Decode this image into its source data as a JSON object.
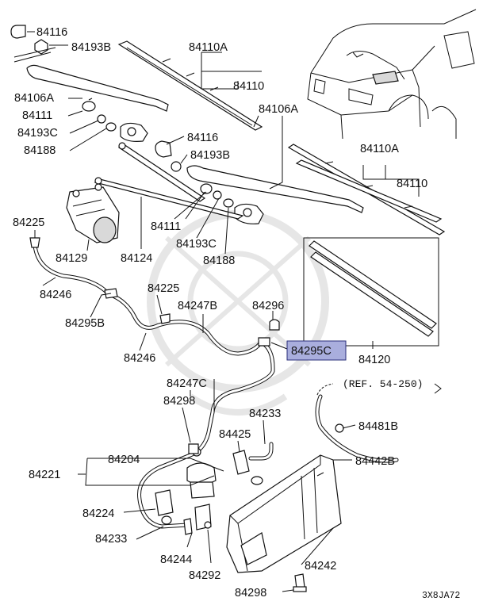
{
  "labels": {
    "l84116a": "84116",
    "l84193ba": "84193B",
    "l84110aa": "84110A",
    "l84110a": "84110",
    "l84106aa": "84106A",
    "l84106ab": "84106A",
    "l84111a": "84111",
    "l84193ca": "84193C",
    "l84116b": "84116",
    "l84188a": "84188",
    "l84193bb": "84193B",
    "l84110ab": "84110A",
    "l84110b": "84110",
    "l84225a": "84225",
    "l84111b": "84111",
    "l84193cb": "84193C",
    "l84129": "84129",
    "l84124": "84124",
    "l84188b": "84188",
    "l84246a": "84246",
    "l84225b": "84225",
    "l84247b": "84247B",
    "l84296": "84296",
    "l84295b": "84295B",
    "l84295c": "84295C",
    "l84120": "84120",
    "l84246b": "84246",
    "l84247c": "84247C",
    "lref": "(REF. 54-250)",
    "l84298a": "84298",
    "l84233a": "84233",
    "l84425": "84425",
    "l84481b": "84481B",
    "l84204": "84204",
    "l84221": "84221",
    "l84442b": "84442B",
    "l84224": "84224",
    "l84233b": "84233",
    "l84244": "84244",
    "l84242": "84242",
    "l84292": "84292",
    "l84298b": "84298",
    "lcode": "3X8JA72"
  },
  "highlight": {
    "part": "84295C",
    "fill": "#a9aedd",
    "border": "#2a2f7a"
  }
}
